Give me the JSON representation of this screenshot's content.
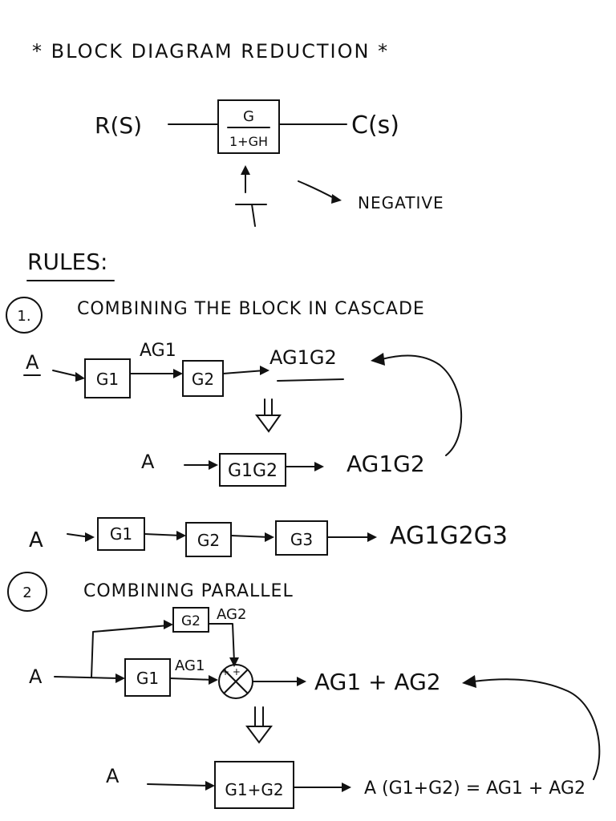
{
  "title": "* BLOCK DIAGRAM REDUCTION *",
  "intro": {
    "input": "R(S)",
    "block_num": "G",
    "block_den": "1+GH",
    "output": "C(s)",
    "note": "NEGATIVE"
  },
  "rules": {
    "heading": "RULES:",
    "rule1": {
      "number": "1.",
      "heading": "COMBINING THE BLOCK IN CASCADE",
      "input": "A",
      "block1": "G1",
      "mid_signal": "AG1",
      "block2": "G2",
      "output": "AG1G2",
      "reduced_input": "A",
      "reduced_block": "G1G2",
      "reduced_output": "AG1G2",
      "three_input": "A",
      "three_b1": "G1",
      "three_b2": "G2",
      "three_b3": "G3",
      "three_output": "AG1G2G3"
    },
    "rule2": {
      "number": "2",
      "heading": "COMBINING PARALLEL",
      "input": "A",
      "top_block": "G2",
      "top_signal": "AG2",
      "bottom_block": "G1",
      "bottom_signal": "AG1",
      "sum_signs": "+ +",
      "output": "AG1 + AG2",
      "reduced_input": "A",
      "reduced_block": "G1+G2",
      "reduced_output": "A (G1+G2) = AG1 + AG2"
    }
  }
}
